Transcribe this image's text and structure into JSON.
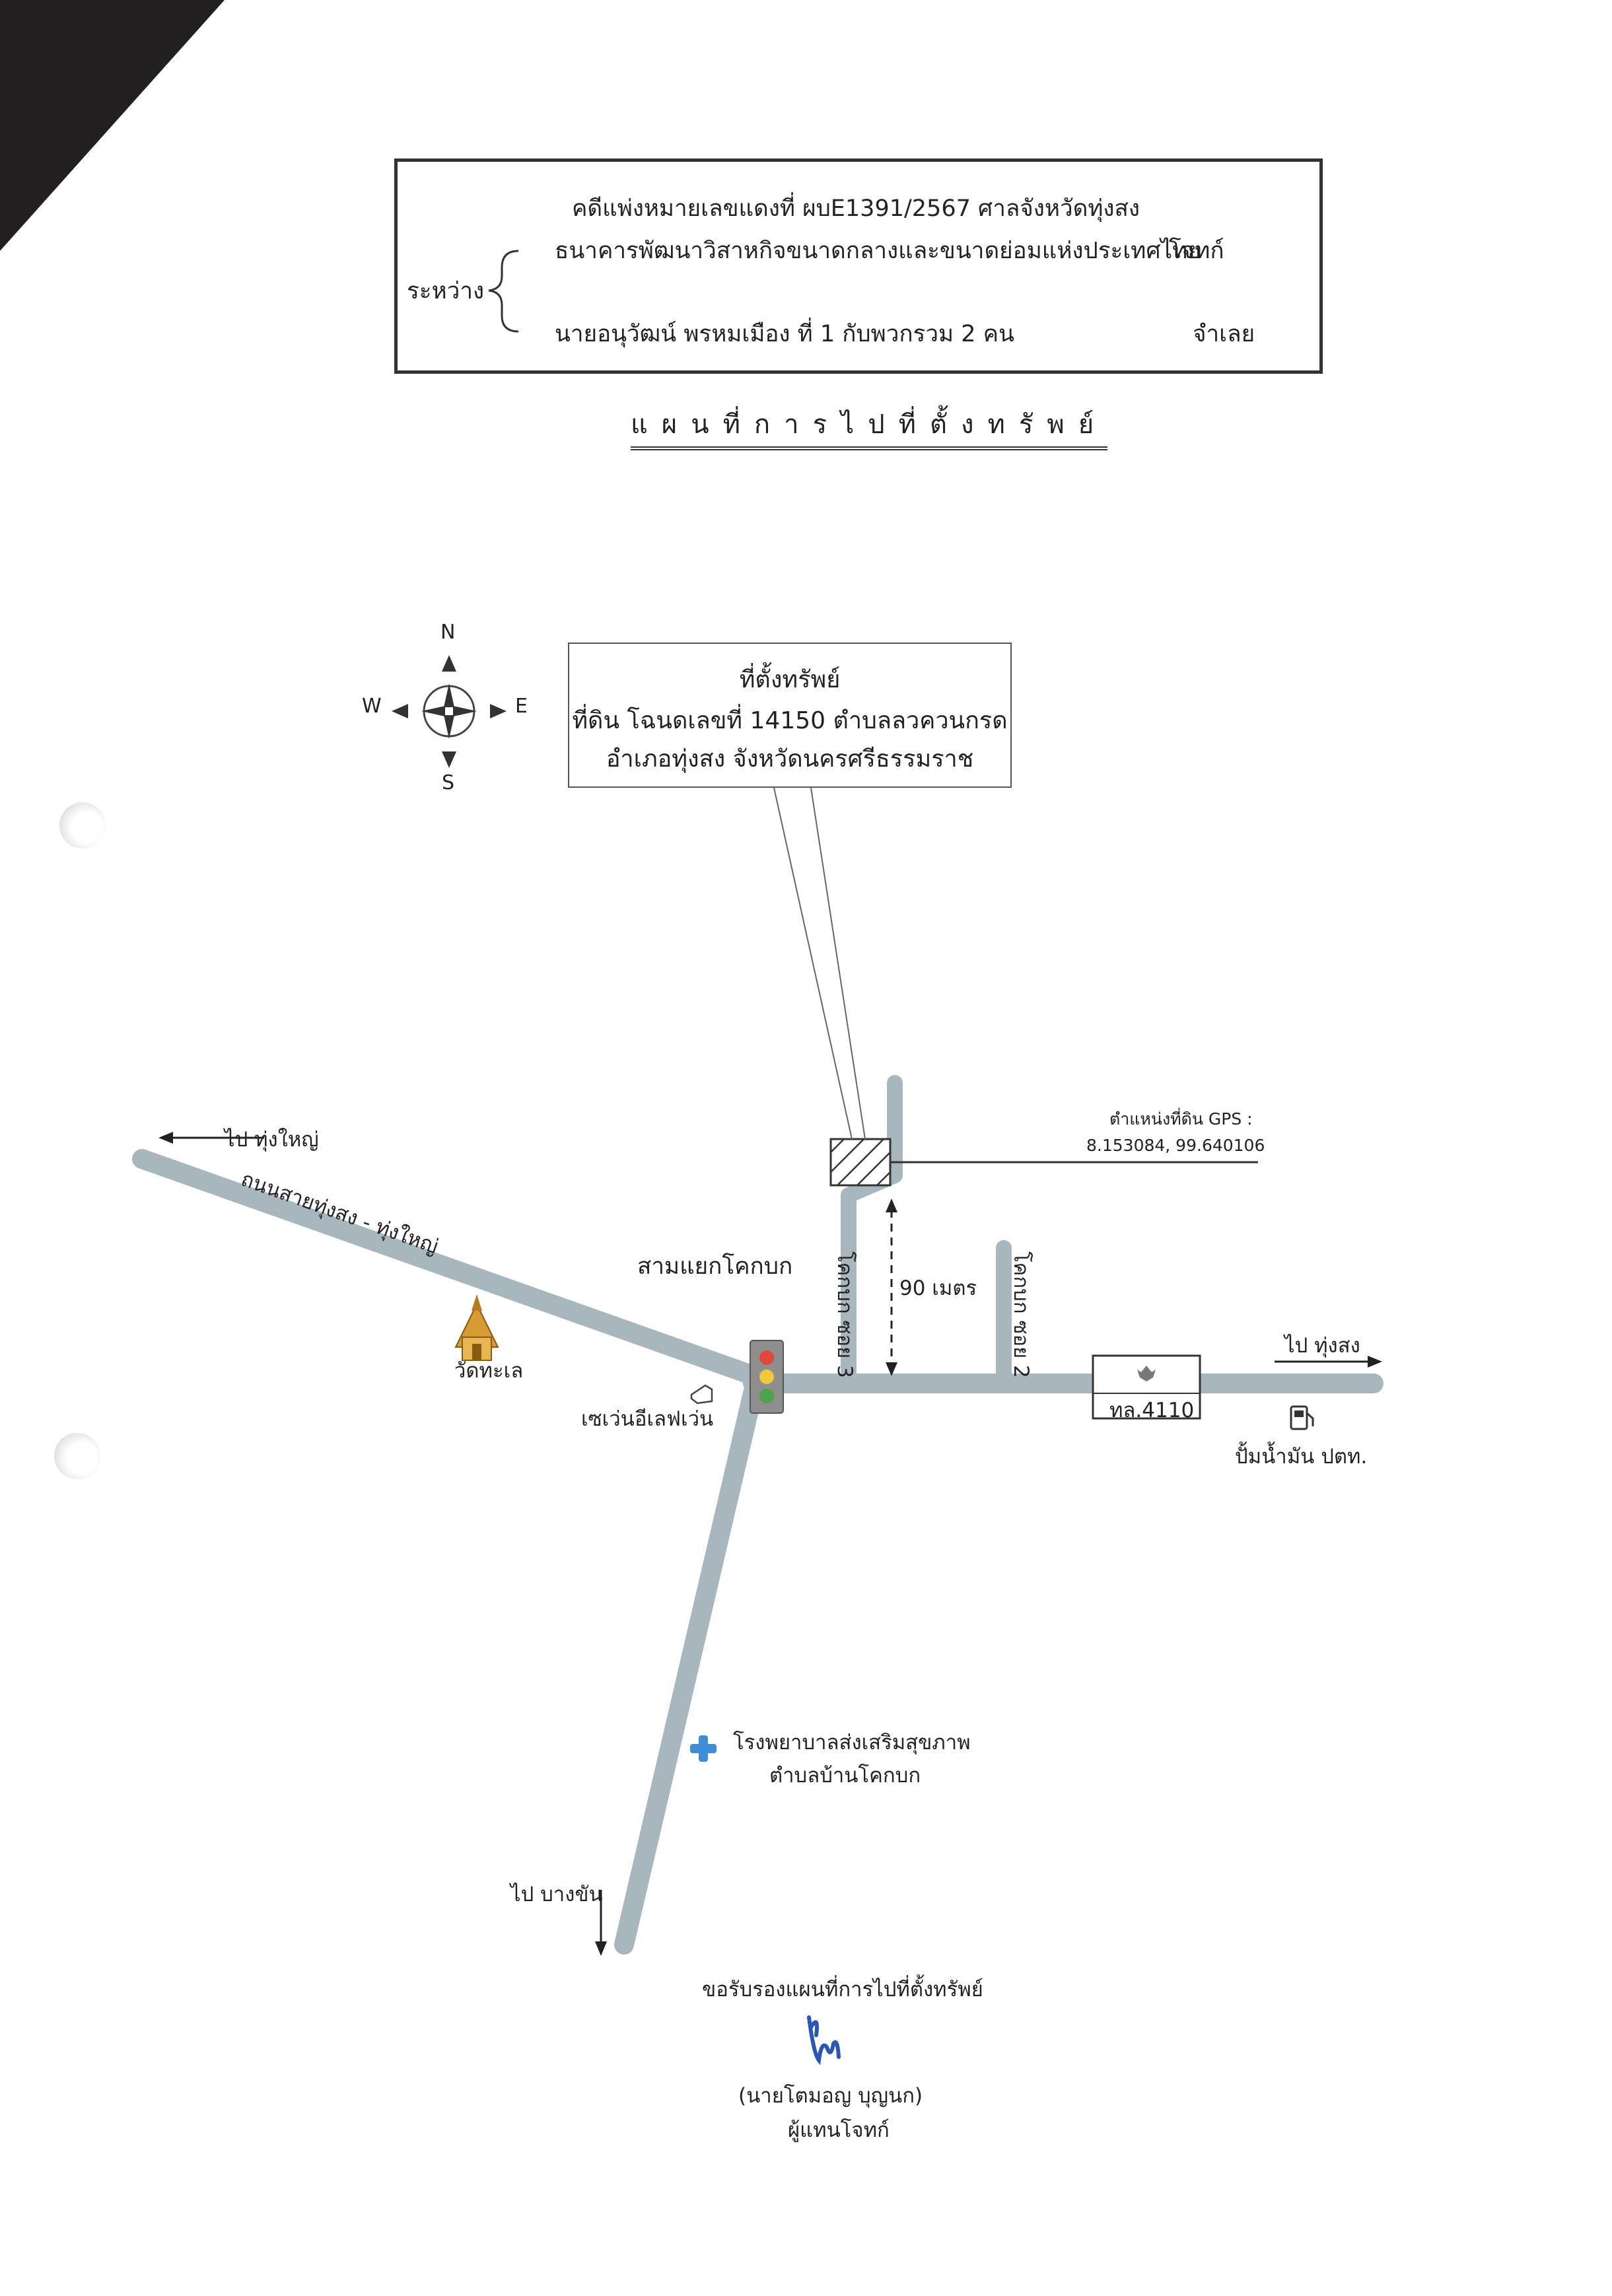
{
  "header": {
    "case_line": "คดีแพ่งหมายเลขแดงที่  ผบE1391/2567   ศาลจังหวัดทุ่งสง",
    "between_label": "ระหว่าง",
    "plaintiff_name": "ธนาคารพัฒนาวิสาหกิจขนาดกลางและขนาดย่อมแห่งประเทศไทย",
    "plaintiff_role": "โจทก์",
    "defendant_name": "นายอนุวัฒน์  พรหมเมือง  ที่  1  กับพวกรวม 2 คน",
    "defendant_role": "จำเลย"
  },
  "title": "แผนที่การไปที่ตั้งทรัพย์",
  "compass": {
    "n": "N",
    "s": "S",
    "e": "E",
    "w": "W"
  },
  "callout": {
    "heading": "ที่ตั้งทรัพย์",
    "line1": "ที่ดิน โฉนดเลขที่ 14150 ตำบลลวควนกรด",
    "line2": "อำเภอทุ่งสง จังหวัดนครศรีธรรมราช"
  },
  "gps": {
    "label": "ตำแหน่งที่ดิน GPS :",
    "value": "8.153084, 99.640106"
  },
  "labels": {
    "to_thungyai": "ไป ทุ่งใหญ่",
    "road_name": "ถนนสายทุ่งสง - ทุ่งใหญ่",
    "junction": "สามแยกโคกบก",
    "soi3": "โคกบก ซอย 3",
    "soi2": "โคกบก ซอย 2",
    "distance": "90 เมตร",
    "temple": "วัดทะเล",
    "seven_eleven": "เซเว่นอีเลฟเว่น",
    "highway": "ทล.4110",
    "to_thungsong": "ไป ทุ่งสง",
    "gas_station": "ปั้มน้ำมัน ปตท.",
    "hospital_line1": "โรงพยาบาลส่งเสริมสุขภาพ",
    "hospital_line2": "ตำบลบ้านโคกบก",
    "to_bangkhan": "ไป บางขัน"
  },
  "footer": {
    "certify": "ขอรับรองแผนที่การไปที่ตั้งทรัพย์",
    "signer": "(นายโตมอญ    บุญนก)",
    "role": "ผู้แทนโจทก์"
  },
  "colors": {
    "road": "#a8b7be",
    "signature": "#2a56b8"
  }
}
